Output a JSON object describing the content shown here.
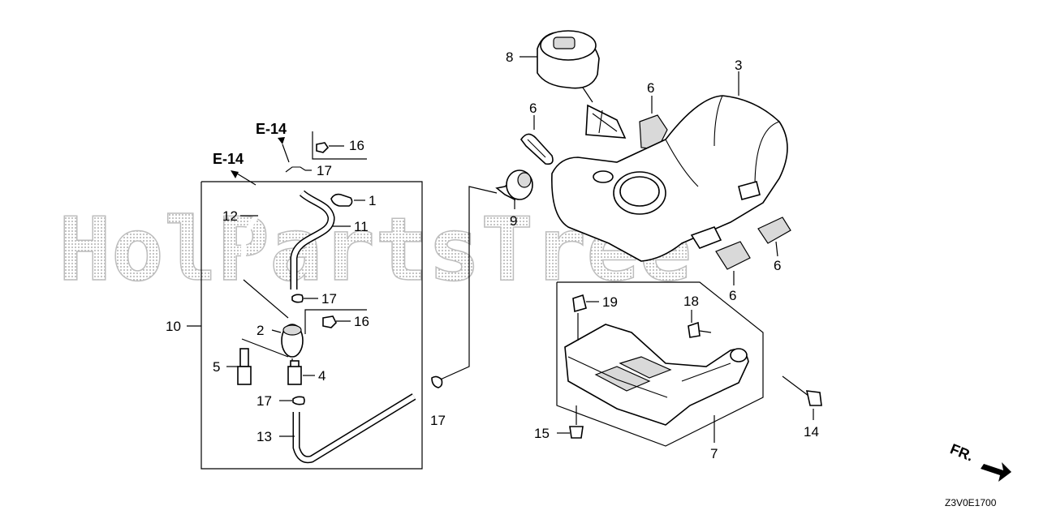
{
  "watermark": "HolPartsTree",
  "references": [
    "E-14",
    "E-14"
  ],
  "callouts": {
    "c1": "1",
    "c2": "2",
    "c3": "3",
    "c4": "4",
    "c5": "5",
    "c6a": "6",
    "c6b": "6",
    "c6c": "6",
    "c6d": "6",
    "c7": "7",
    "c8": "8",
    "c9": "9",
    "c10": "10",
    "c11": "11",
    "c12": "12",
    "c13": "13",
    "c14": "14",
    "c15": "15",
    "c16a": "16",
    "c16b": "16",
    "c17a": "17",
    "c17b": "17",
    "c17c": "17",
    "c17d": "17",
    "c18": "18",
    "c19": "19"
  },
  "direction_label": "FR.",
  "diagram_code": "Z3V0E1700",
  "colors": {
    "line": "#000000",
    "watermark": "#bdbdbd",
    "shade": "#d9d9d9"
  }
}
